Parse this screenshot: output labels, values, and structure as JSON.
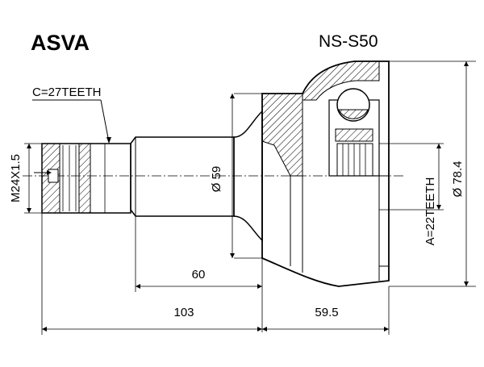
{
  "header": {
    "brand": "ASVA",
    "part_number": "NS-S50"
  },
  "labels": {
    "outer_spline": "C=27TEETH",
    "thread": "M24X1.5",
    "inner_spline": "A=22TEETH"
  },
  "dimensions": {
    "shaft_diameter": "Ø 59",
    "housing_diameter": "Ø 78.4",
    "shaft_length": "60",
    "overall_shaft": "103",
    "housing_length": "59.5"
  },
  "colors": {
    "line": "#000000",
    "background": "#ffffff"
  }
}
